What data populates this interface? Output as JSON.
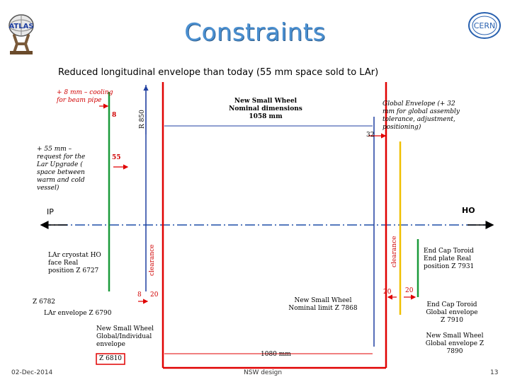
{
  "title": "Constraints",
  "subtitle": "Reduced longitudinal envelope than today (55 mm space sold to LAr)",
  "annotations": {
    "cooling": "+ 8 mm – cooling for beam pipe",
    "cooling_value": "8",
    "r850": "R 850",
    "request": "+ 55 mm – request for the Lar Upgrade ( space between warm and cold vessel)",
    "request_value": "55",
    "nsw_nominal": "New Small Wheel Nominal dimensions 1058 mm",
    "value_32": "32",
    "global_envelope": "Global Envelope (+ 32 mm for global assembly tolerance, adjustment, positioning)",
    "ip": "IP",
    "ho": "HO",
    "lar_cryostat": "LAr cryostat HO face Real position Z 6727",
    "clearance_left": "clearance",
    "clearance_right": "clearance",
    "value_8": "8",
    "value_20_left": "20",
    "z6782": "Z 6782",
    "lar_envelope": "LAr envelope Z 6790",
    "nsw_global_individual": "New Small Wheel Global/Individual envelope",
    "z6810": "Z 6810",
    "nsw_nominal_limit": "New Small Wheel Nominal limit Z 7868",
    "dim_1080": "1080 mm",
    "value_20_a": "20",
    "value_20_b": "20",
    "end_cap_toroid_plate": "End Cap Toroid End plate Real position Z 7931",
    "end_cap_toroid_global": "End Cap Toroid Global envelope Z 7910",
    "nsw_global_envelope": "New Small Wheel Global envelope Z 7890"
  },
  "footer": {
    "date": "02-Dec-2014",
    "center": "NSW design",
    "page": "13"
  },
  "logos": {
    "left": "ATLAS",
    "right": "CERN"
  },
  "colors": {
    "title": "#4a8fd0",
    "green": "#1a9a3a",
    "red": "#e00000",
    "blue": "#1f3fa0",
    "yellow": "#f0c000",
    "dashdot": "#1f4fa8"
  }
}
